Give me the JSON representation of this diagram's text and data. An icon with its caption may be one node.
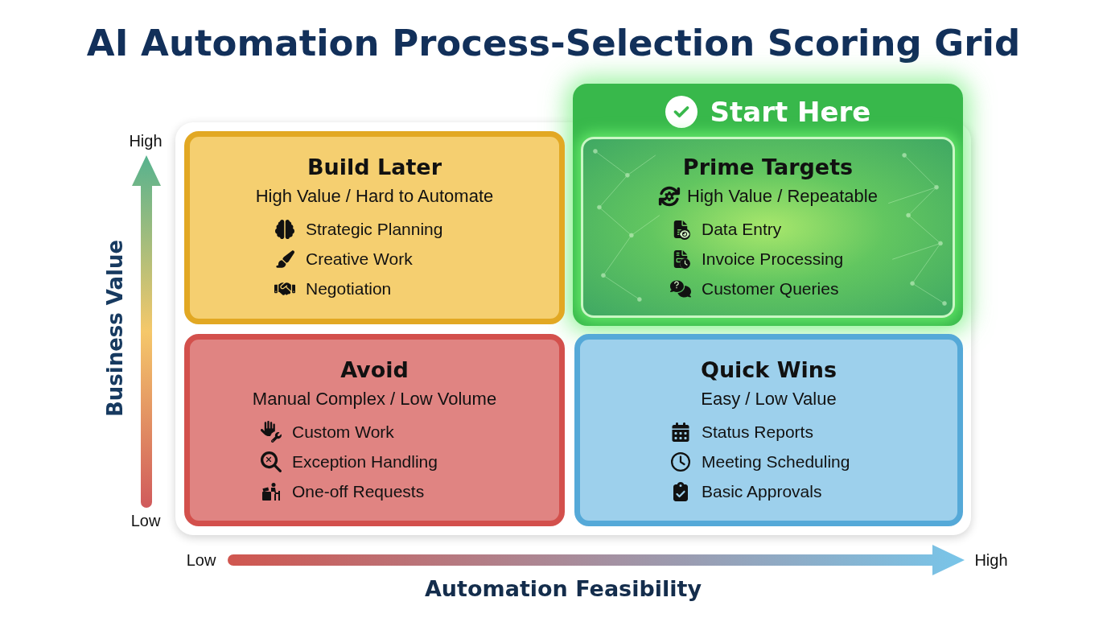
{
  "diagram": {
    "title": "AI Automation Process-Selection Scoring Grid",
    "nodes": [
      {
        "text": [
          "Start Here"
        ]
      },
      {
        "text": [
          "Build Later",
          "High Value / Hard to Automate",
          "Strategic Planning",
          "Creative Work",
          "Negotiation"
        ]
      },
      {
        "text": [
          "Prime Targets",
          "High Value / Repeatable",
          "Data Entry",
          "Invoice Processing",
          "Customer Queries"
        ],
        "in": 0
      },
      {
        "text": [
          "Avoid",
          "Manual Complex / Low Volume",
          "Custom Work",
          "Exception Handling",
          "One-off Requests"
        ]
      },
      {
        "text": [
          "Quick Wins",
          "Easy / Low Value",
          "Status Reports",
          "Meeting Scheduling",
          "Basic Approvals"
        ]
      }
    ],
    "labels": [
      "High",
      "Business Value",
      "Low",
      "Low",
      "High",
      "Automation Feasibility"
    ]
  }
}
